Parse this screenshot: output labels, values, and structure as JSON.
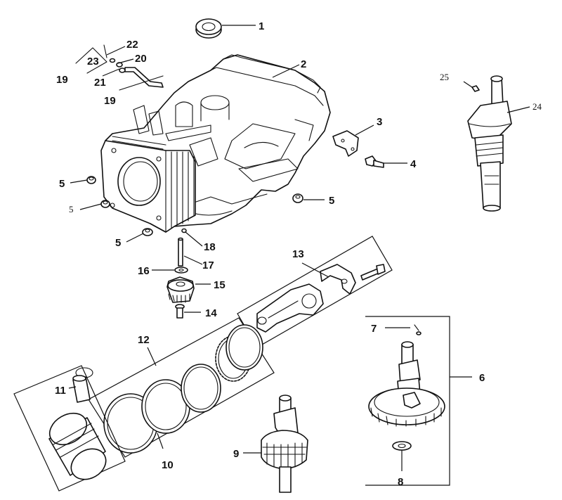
{
  "diagram": {
    "callouts": [
      {
        "id": "c1",
        "text": "1"
      },
      {
        "id": "c2",
        "text": "2"
      },
      {
        "id": "c3",
        "text": "3"
      },
      {
        "id": "c4",
        "text": "4"
      },
      {
        "id": "c5a",
        "text": "5"
      },
      {
        "id": "c5b",
        "text": "5"
      },
      {
        "id": "c5c",
        "text": "5"
      },
      {
        "id": "c5d",
        "text": "5"
      },
      {
        "id": "c6",
        "text": "6"
      },
      {
        "id": "c7",
        "text": "7"
      },
      {
        "id": "c8",
        "text": "8"
      },
      {
        "id": "c9",
        "text": "9"
      },
      {
        "id": "c10",
        "text": "10"
      },
      {
        "id": "c11",
        "text": "11"
      },
      {
        "id": "c12",
        "text": "12"
      },
      {
        "id": "c13",
        "text": "13"
      },
      {
        "id": "c14",
        "text": "14"
      },
      {
        "id": "c15",
        "text": "15"
      },
      {
        "id": "c16",
        "text": "16"
      },
      {
        "id": "c17",
        "text": "17"
      },
      {
        "id": "c18",
        "text": "18"
      },
      {
        "id": "c19a",
        "text": "19"
      },
      {
        "id": "c19b",
        "text": "19"
      },
      {
        "id": "c20",
        "text": "20"
      },
      {
        "id": "c21",
        "text": "21"
      },
      {
        "id": "c22",
        "text": "22"
      },
      {
        "id": "c23",
        "text": "23"
      },
      {
        "id": "c24",
        "text": "24"
      },
      {
        "id": "c25",
        "text": "25"
      }
    ]
  }
}
